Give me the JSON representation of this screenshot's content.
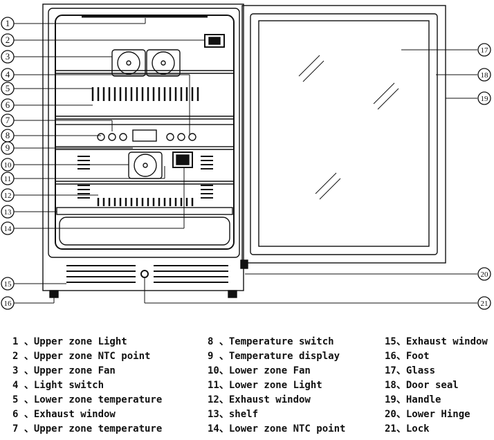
{
  "callouts": {
    "left": [
      "1",
      "2",
      "3",
      "4",
      "5",
      "6",
      "7",
      "8",
      "9",
      "10",
      "11",
      "12",
      "13",
      "14",
      "15",
      "16"
    ],
    "right": [
      "17",
      "18",
      "19",
      "20",
      "21"
    ]
  },
  "legend": {
    "col1": [
      "1 、Upper zone Light",
      "2 、Upper zone NTC point",
      "3 、Upper zone Fan",
      "4 、Light switch",
      "5 、Lower zone temperature",
      "6 、Exhaust window",
      "7 、Upper zone temperature"
    ],
    "col2": [
      "8 、Temperature switch",
      "9 、Temperature display",
      "10、Lower zone Fan",
      "11、Lower zone Light",
      "12、Exhaust window",
      "13、shelf",
      "14、Lower zone NTC point"
    ],
    "col3": [
      "15、Exhaust window",
      "16、Foot",
      "17、Glass",
      "18、Door seal",
      "19、Handle",
      "20、Lower Hinge",
      "21、Lock"
    ]
  }
}
